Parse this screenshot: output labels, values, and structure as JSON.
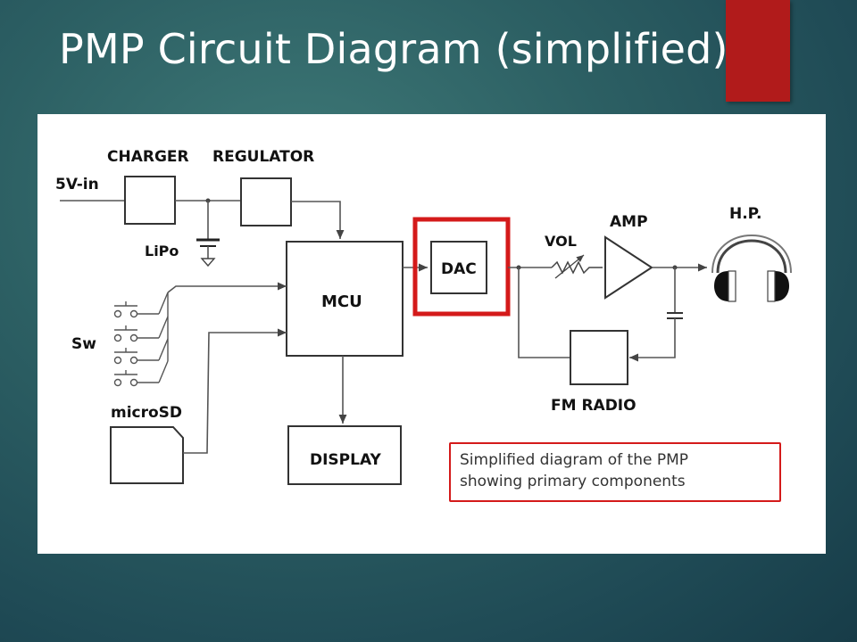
{
  "slide": {
    "title": "PMP Circuit Diagram (simplified)",
    "accent_color": "#b11b1b",
    "highlight_color": "#d41a1a"
  },
  "diagram": {
    "labels": {
      "charger": "CHARGER",
      "regulator": "REGULATOR",
      "input": "5V-in",
      "battery": "LiPo",
      "mcu": "MCU",
      "switches": "Sw",
      "storage": "microSD",
      "display": "DISPLAY",
      "dac": "DAC",
      "volume": "VOL",
      "amp": "AMP",
      "headphones": "H.P.",
      "radio": "FM RADIO"
    },
    "caption": {
      "line1": "Simplified diagram of the PMP",
      "line2": "showing primary components"
    }
  }
}
